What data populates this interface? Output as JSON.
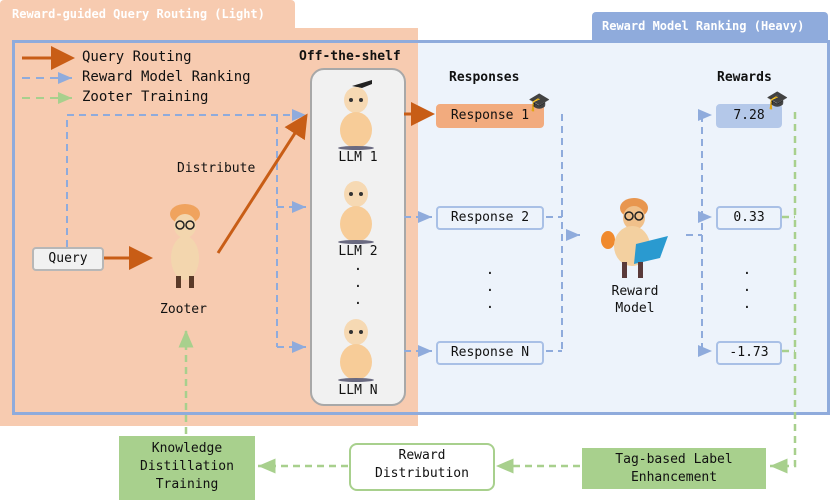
{
  "panels": {
    "light_title": "Reward-guided Query Routing (Light)",
    "heavy_title": "Reward Model Ranking (Heavy)"
  },
  "legend": [
    {
      "label": "Query Routing",
      "style": "solid",
      "color": "#c85d16"
    },
    {
      "label": "Reward Model Ranking",
      "style": "dashed",
      "color": "#8fabdc"
    },
    {
      "label": "Zooter Training",
      "style": "dashed",
      "color": "#a8d08d"
    }
  ],
  "labels": {
    "off_the_shelf": "Off-the-shelf",
    "responses": "Responses",
    "rewards": "Rewards",
    "distribute": "Distribute",
    "zooter": "Zooter",
    "reward_model_line1": "Reward",
    "reward_model_line2": "Model",
    "query": "Query",
    "vdots": ".\n.\n."
  },
  "llms": [
    "LLM 1",
    "LLM 2",
    "LLM N"
  ],
  "responses": [
    "Response 1",
    "Response 2",
    "Response N"
  ],
  "rewards": [
    "7.28",
    "0.33",
    "-1.73"
  ],
  "training": {
    "kd_line1": "Knowledge",
    "kd_line2": "Distillation",
    "kd_line3": "Training",
    "rd_line1": "Reward",
    "rd_line2": "Distribution",
    "tag_line1": "Tag-based Label",
    "tag_line2": "Enhancement"
  },
  "colors": {
    "routing": "#c85d16",
    "ranking": "#8fabdc",
    "training": "#a8d08d",
    "light_bg": "#f7cbb0",
    "heavy_bg": "#edf3fb"
  }
}
